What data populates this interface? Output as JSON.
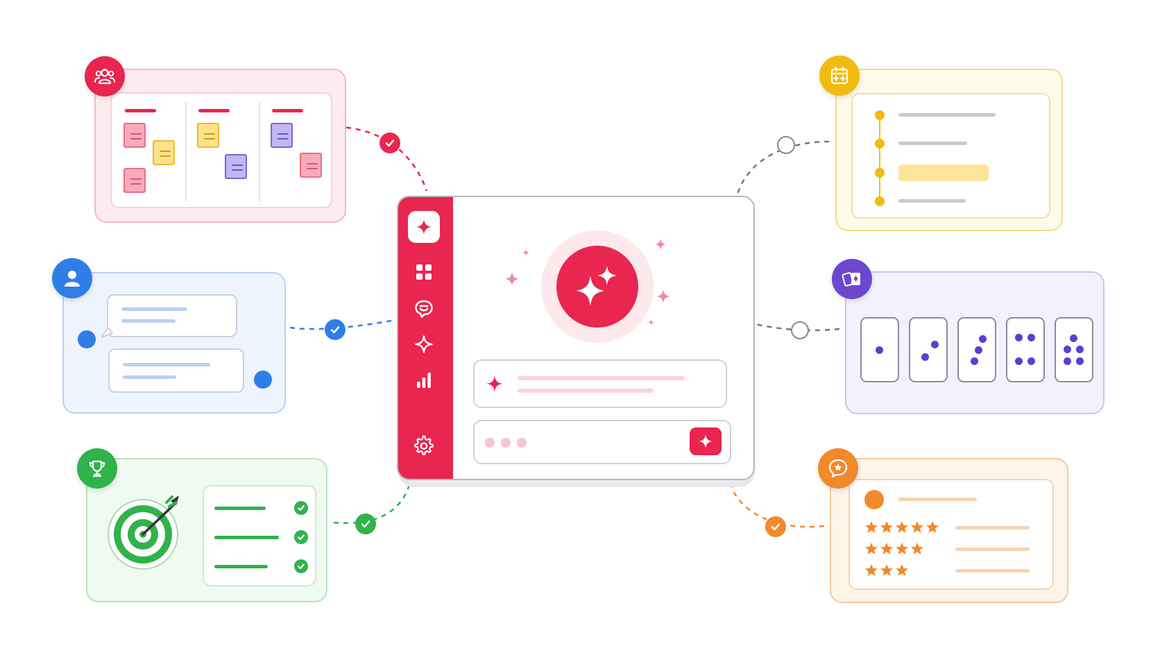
{
  "colors": {
    "brand": "#e8264f",
    "blue": "#2f7ee8",
    "green": "#2fb34a",
    "yellow": "#f2bb0f",
    "purple": "#6b48cf",
    "orange": "#f2892b"
  },
  "hub": {
    "nav_icons": [
      "sparkle-icon",
      "grid-icon",
      "chat-icon",
      "sparkle-outline-icon",
      "bar-chart-icon",
      "gear-icon"
    ],
    "hero_icon": "sparkles-icon",
    "prompt_icon": "sparkle-icon",
    "send_icon": "sparkle-icon"
  },
  "cards": {
    "board": {
      "badge_icon": "team-icon",
      "columns": 3
    },
    "chat": {
      "badge_icon": "user-icon",
      "messages": 2
    },
    "goals": {
      "badge_icon": "trophy-icon",
      "items": 3,
      "completed": 3
    },
    "timeline": {
      "badge_icon": "calendar-icon",
      "steps": 4
    },
    "dice": {
      "badge_icon": "cards-icon",
      "faces": [
        1,
        2,
        3,
        4,
        5
      ]
    },
    "reviews": {
      "badge_icon": "star-chat-icon",
      "ratings": [
        5,
        4,
        3
      ]
    }
  },
  "connectors": [
    {
      "card": "board",
      "status": "checked"
    },
    {
      "card": "chat",
      "status": "checked"
    },
    {
      "card": "goals",
      "status": "checked"
    },
    {
      "card": "timeline",
      "status": "pending"
    },
    {
      "card": "dice",
      "status": "pending"
    },
    {
      "card": "reviews",
      "status": "checked"
    }
  ]
}
